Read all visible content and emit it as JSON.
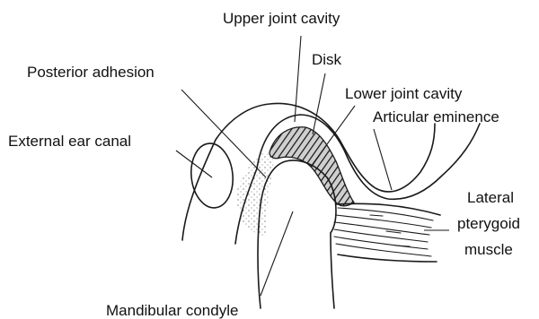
{
  "diagram": {
    "labels": {
      "upper_joint_cavity": "Upper joint cavity",
      "disk": "Disk",
      "posterior_adhesion": "Posterior adhesion",
      "lower_joint_cavity": "Lower joint cavity",
      "articular_eminence": "Articular eminence",
      "external_ear_canal": "External ear canal",
      "lateral_pterygoid_line1": "Lateral",
      "lateral_pterygoid_line2": "pterygoid",
      "lateral_pterygoid_line3": "muscle",
      "mandibular_condyle": "Mandibular condyle"
    }
  }
}
